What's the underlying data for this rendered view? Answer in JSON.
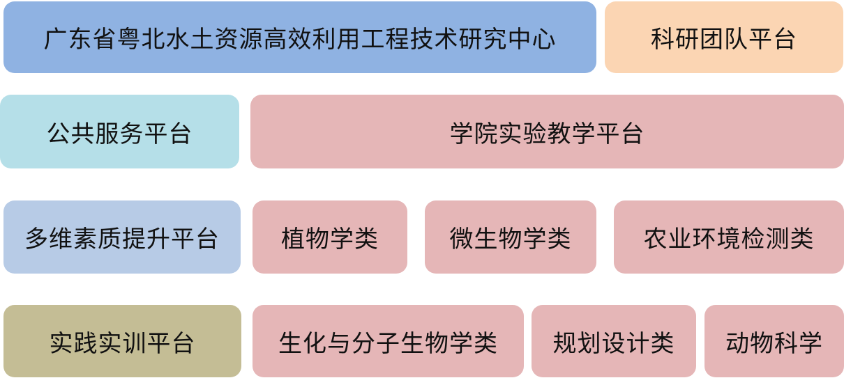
{
  "boxes": {
    "center": {
      "label": "广东省粤北水土资源高效利用工程技术研究中心",
      "color": "#8fb2e2"
    },
    "research_team": {
      "label": "科研团队平台",
      "color": "#fbd5b3"
    },
    "public_service": {
      "label": "公共服务平台",
      "color": "#b5dfe8"
    },
    "teaching": {
      "label": "学院实验教学平台",
      "color": "#e5b6b7"
    },
    "quality": {
      "label": "多维素质提升平台",
      "color": "#b7cbe6"
    },
    "plants": {
      "label": "植物学类",
      "color": "#e5b6b7"
    },
    "microbes": {
      "label": "微生物学类",
      "color": "#e5b6b7"
    },
    "env_monitoring": {
      "label": "农业环境检测类",
      "color": "#e5b6b7"
    },
    "practice": {
      "label": "实践实训平台",
      "color": "#c4bd95"
    },
    "biochem": {
      "label": "生化与分子生物学类",
      "color": "#e5b6b7"
    },
    "planning": {
      "label": "规划设计类",
      "color": "#e5b6b7"
    },
    "animal": {
      "label": "动物科学",
      "color": "#e5b6b7"
    }
  }
}
